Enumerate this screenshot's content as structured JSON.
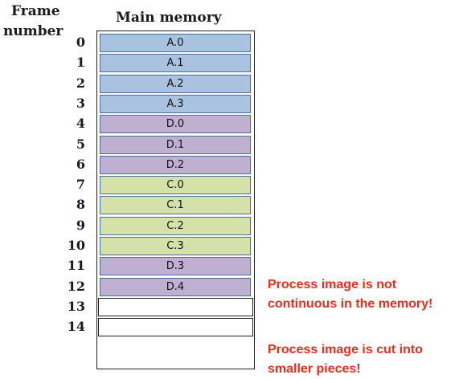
{
  "labels": {
    "frame_line1": "Frame",
    "frame_line2": "number",
    "main_memory": "Main memory"
  },
  "colors": {
    "A": "#a9c2e0",
    "C": "#d6e0a9",
    "D": "#bfb0d1",
    "empty": "#ffffff",
    "note": "#ee2b1b"
  },
  "frames": [
    {
      "number": "0",
      "label": "A.0",
      "process": "A"
    },
    {
      "number": "1",
      "label": "A.1",
      "process": "A"
    },
    {
      "number": "2",
      "label": "A.2",
      "process": "A"
    },
    {
      "number": "3",
      "label": "A.3",
      "process": "A"
    },
    {
      "number": "4",
      "label": "D.0",
      "process": "D"
    },
    {
      "number": "5",
      "label": "D.1",
      "process": "D"
    },
    {
      "number": "6",
      "label": "D.2",
      "process": "D"
    },
    {
      "number": "7",
      "label": "C.0",
      "process": "C"
    },
    {
      "number": "8",
      "label": "C.1",
      "process": "C"
    },
    {
      "number": "9",
      "label": "C.2",
      "process": "C"
    },
    {
      "number": "10",
      "label": "C.3",
      "process": "C"
    },
    {
      "number": "11",
      "label": "D.3",
      "process": "D"
    },
    {
      "number": "12",
      "label": "D.4",
      "process": "D"
    },
    {
      "number": "13",
      "label": "",
      "process": "empty"
    },
    {
      "number": "14",
      "label": "",
      "process": "empty"
    }
  ],
  "notes": [
    "Process image is not\ncontinuous in the memory!",
    "Process image is cut into\nsmaller pieces!"
  ]
}
